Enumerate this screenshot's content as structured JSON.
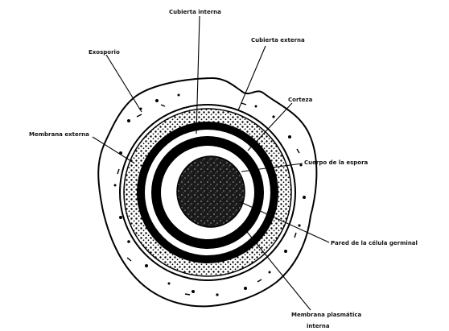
{
  "diagram": {
    "labels": {
      "inner_coat": "Cubierta interna",
      "outer_coat": "Cubierta externa",
      "exospore": "Exosporio",
      "cortex": "Corteza",
      "outer_membrane": "Membrana externa",
      "spore_body": "Cuerpo de la espora",
      "germ_cell_wall": "Pared de la célula germinal",
      "inner_plasma_membrane_line1": "Membrana plasmática",
      "inner_plasma_membrane_line2": "interna"
    }
  }
}
